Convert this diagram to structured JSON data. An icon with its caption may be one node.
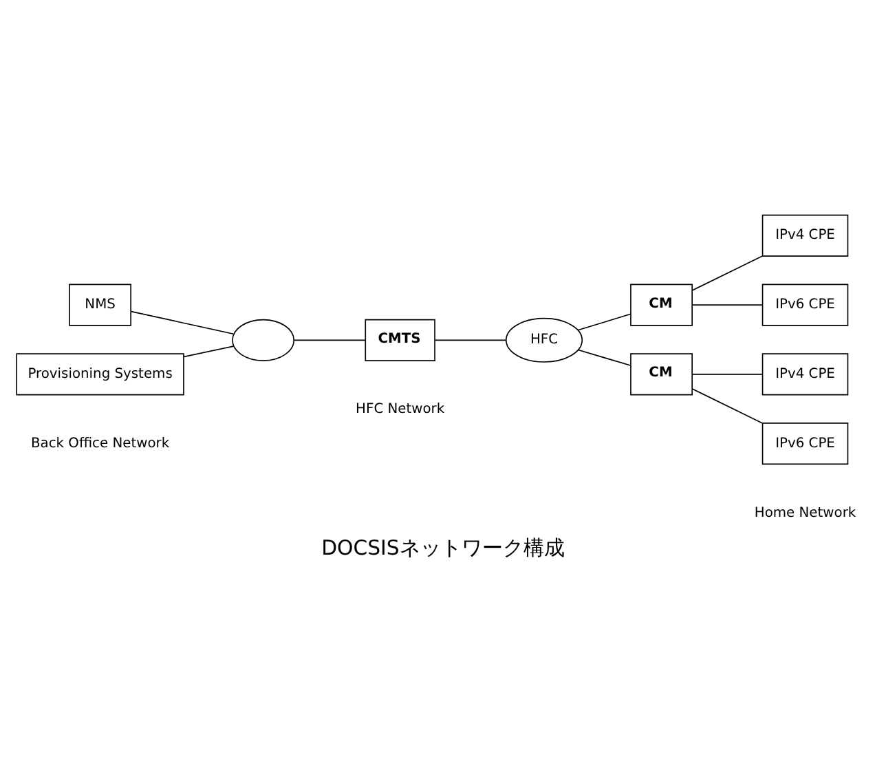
{
  "diagram": {
    "caption": "DOCSISネットワーク構成",
    "nodes": [
      {
        "text": [
          "NMS"
        ]
      },
      {
        "text": [],
        "shape": "cloud"
      },
      {
        "text": [
          "Provisioning Systems"
        ]
      },
      {
        "text": [
          "CMTS"
        ]
      },
      {
        "text": [
          "HFC"
        ]
      },
      {
        "text": [
          "CM"
        ]
      },
      {
        "text": [
          "CM"
        ]
      },
      {
        "text": [
          "IPv4 CPE"
        ]
      },
      {
        "text": [
          "IPv6 CPE"
        ]
      },
      {
        "text": [
          "IPv4 CPE"
        ]
      },
      {
        "text": [
          "IPv6 CPE"
        ]
      }
    ],
    "edges": [
      {
        "from": 0,
        "to": 1,
        "arrow": "none"
      },
      {
        "from": 2,
        "to": 1,
        "arrow": "none"
      },
      {
        "from": 1,
        "to": 3,
        "arrow": "none"
      },
      {
        "from": 3,
        "to": 4,
        "arrow": "none"
      },
      {
        "from": 4,
        "to": 5,
        "arrow": "none"
      },
      {
        "from": 4,
        "to": 6,
        "arrow": "none"
      },
      {
        "from": 5,
        "to": 7,
        "arrow": "none"
      },
      {
        "from": 5,
        "to": 8,
        "arrow": "none"
      },
      {
        "from": 6,
        "to": 9,
        "arrow": "none"
      },
      {
        "from": 6,
        "to": 10,
        "arrow": "none"
      }
    ],
    "labels": [
      "Back Office Network",
      "HFC Network",
      "Home Network"
    ]
  }
}
